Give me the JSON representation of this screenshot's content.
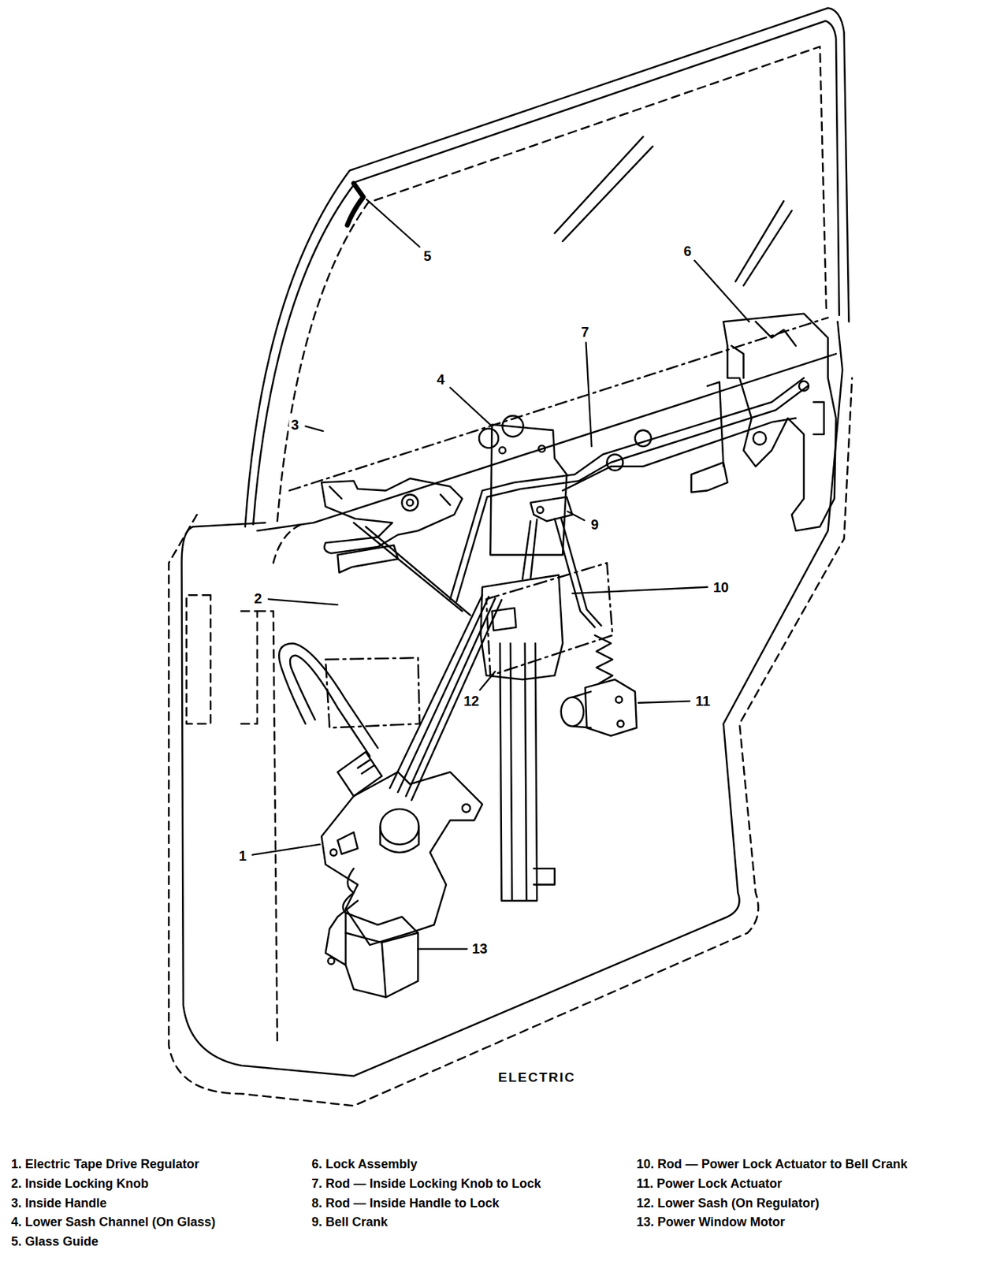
{
  "diagram": {
    "labels": [
      "5",
      "6",
      "7",
      "4",
      "3",
      "9",
      "10",
      "2",
      "12",
      "11",
      "1",
      "13",
      "ELECTRIC",
      "1. Electric Tape Drive Regulator",
      "2. Inside Locking Knob",
      "3. Inside Handle",
      "4. Lower Sash Channel (On Glass)",
      "5. Glass Guide",
      "6. Lock Assembly",
      "7. Rod — Inside Locking Knob to Lock",
      "8. Rod — Inside Handle to Lock",
      "9. Bell Crank",
      "10. Rod — Power Lock Actuator to Bell Crank",
      "11. Power Lock Actuator",
      "12. Lower Sash (On Regulator)",
      "13. Power Window Motor"
    ]
  }
}
